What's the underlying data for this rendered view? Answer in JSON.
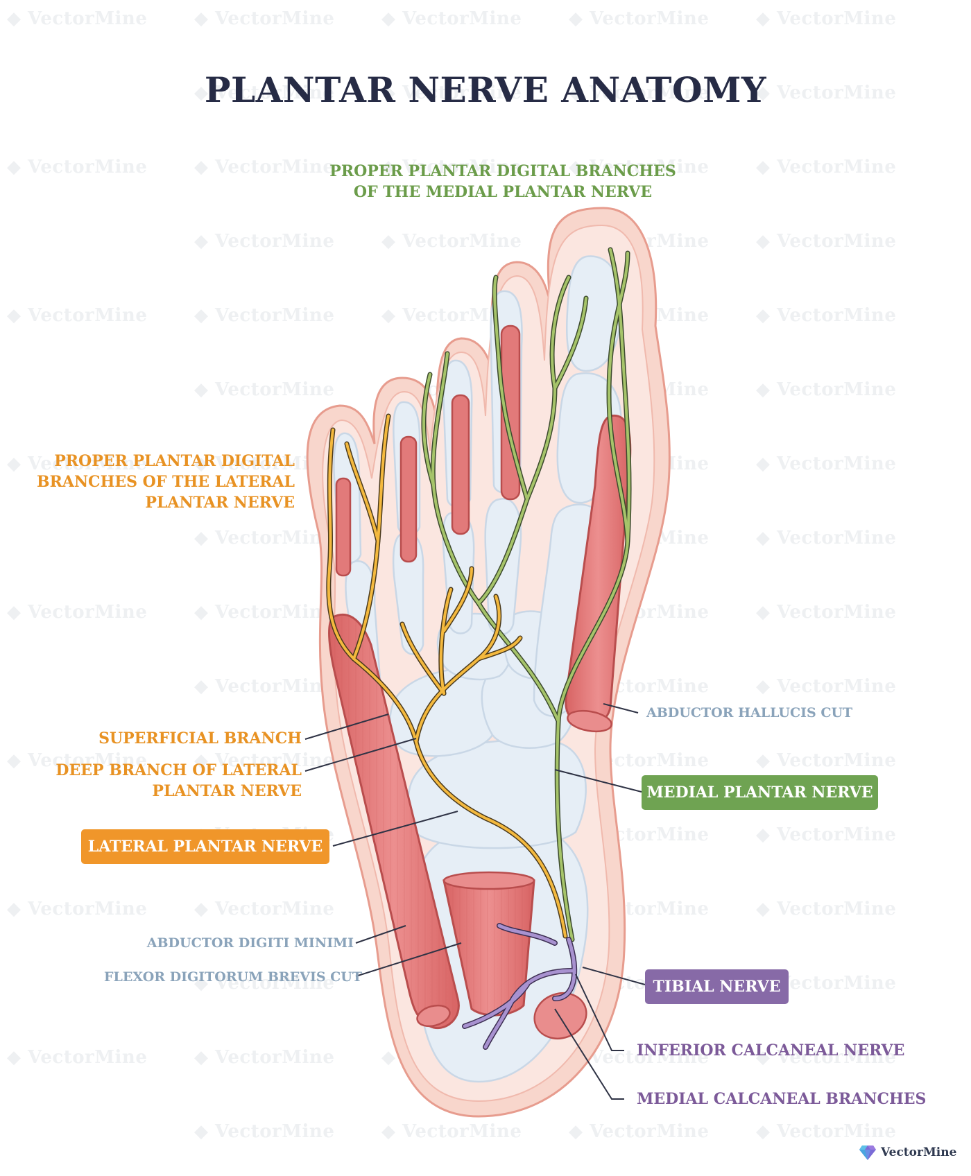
{
  "title": "PLANTAR NERVE ANATOMY",
  "labels": {
    "proper_medial": [
      "PROPER PLANTAR DIGITAL BRANCHES",
      "OF  THE MEDIAL PLANTAR NERVE"
    ],
    "proper_lateral": [
      "PROPER PLANTAR DIGITAL",
      "BRANCHES OF THE LATERAL",
      "PLANTAR NERVE"
    ],
    "superficial_branch": "SUPERFICIAL BRANCH",
    "deep_branch": [
      "DEEP BRANCH OF LATERAL",
      "PLANTAR NERVE"
    ],
    "lateral_plantar_nerve": "LATERAL PLANTAR NERVE",
    "abductor_digiti_minimi": "ABDUCTOR DIGITI MINIMI",
    "flexor_digitorum_brevis_cut": "FLEXOR DIGITORUM BREVIS CUT",
    "abductor_hallucis_cut": "ABDUCTOR HALLUCIS CUT",
    "medial_plantar_nerve": "MEDIAL PLANTAR NERVE",
    "tibial_nerve": "TIBIAL NERVE",
    "inferior_calcaneal_nerve": "INFERIOR CALCANEAL NERVE",
    "medial_calcaneal_branches": "MEDIAL CALCANEAL BRANCHES"
  },
  "watermark": "VectorMine",
  "logo": {
    "text": "VectorMine",
    "icon": "diamond-logo-icon"
  },
  "colors": {
    "title": "#262b45",
    "medial_nerve": "#8fb05a",
    "lateral_nerve": "#f2b13a",
    "tibial_nerve": "#9c86c4",
    "muscle": "#e27a7a",
    "skin": "#f6c9bd",
    "bone": "#e4edf5"
  }
}
